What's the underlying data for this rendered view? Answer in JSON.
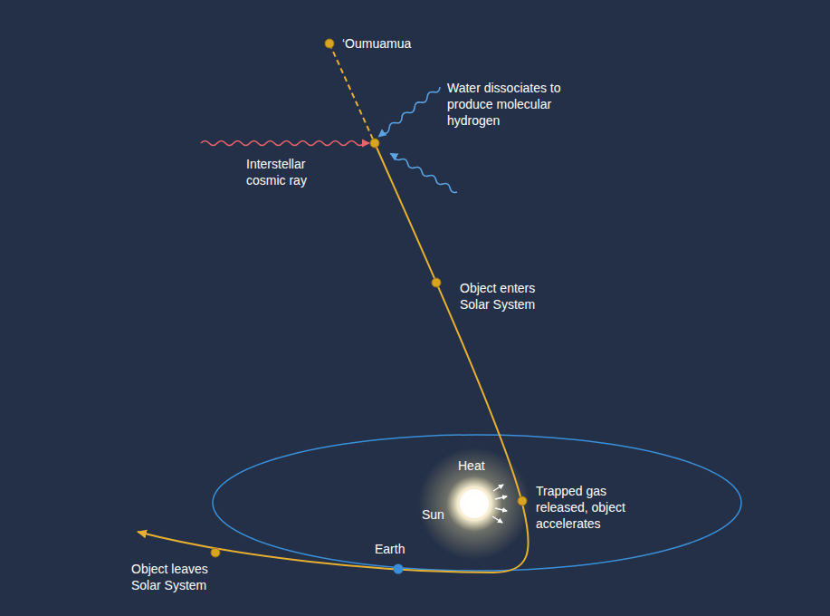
{
  "diagram": {
    "labels": [
      "‘Oumuamua",
      "Water dissociates to produce molecular hydrogen",
      "Interstellar cosmic ray",
      "Object enters Solar System",
      "Heat",
      "Sun",
      "Trapped gas released, object accelerates",
      "Earth",
      "Object leaves Solar System"
    ]
  }
}
